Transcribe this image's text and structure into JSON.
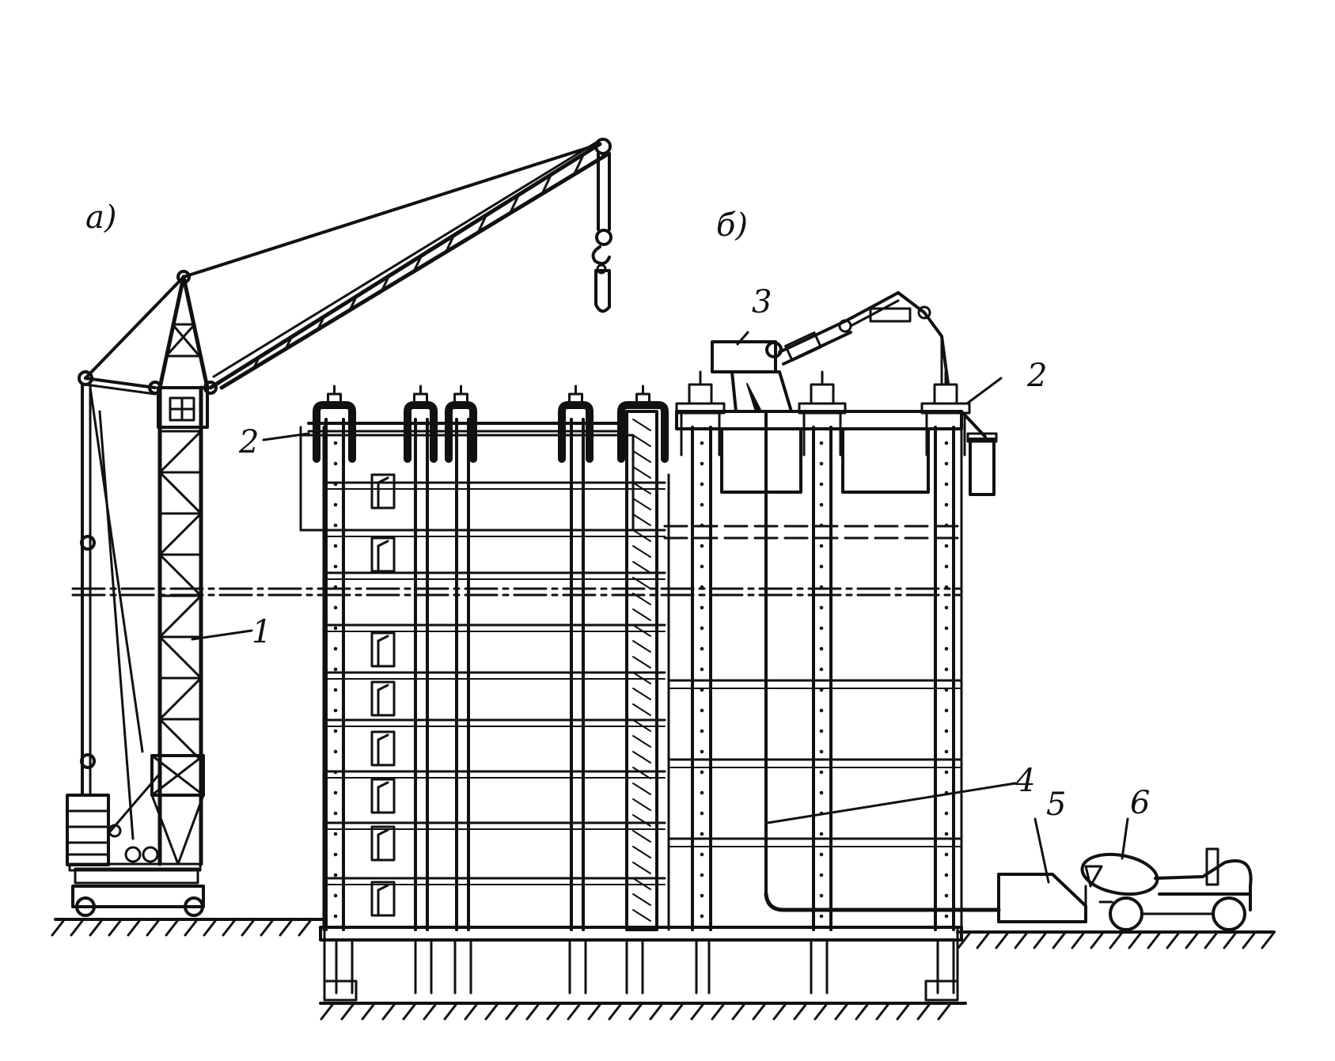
{
  "labels": {
    "variant_a": "a)",
    "variant_b": "б)",
    "num_1": "1",
    "num_2_left": "2",
    "num_2_right": "2",
    "num_3": "3",
    "num_4": "4",
    "num_5": "5",
    "num_6": "6"
  },
  "colors": {
    "ink": "#111111",
    "paper": "#ffffff"
  }
}
